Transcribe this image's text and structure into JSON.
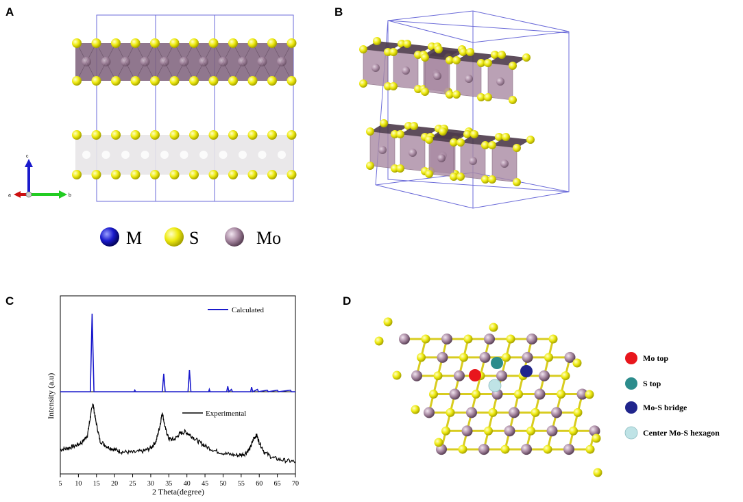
{
  "panels": {
    "a": {
      "letter": "A"
    },
    "b": {
      "letter": "B"
    },
    "c": {
      "letter": "C"
    },
    "d": {
      "letter": "D"
    }
  },
  "axes_triad": {
    "c": "c",
    "a": "a",
    "b": "b"
  },
  "legend_atoms": [
    {
      "label": "M",
      "color": "#1a1acc"
    },
    {
      "label": "S",
      "color": "#e6e600"
    },
    {
      "label": "Mo",
      "color": "#b08ca8"
    }
  ],
  "colors": {
    "sulfur": "#f0ec18",
    "molybdenum": "#a98aa3",
    "octa_mo": "#7d5f7a",
    "octa_empty": "#e8e6e8",
    "cell_edge": "#6a6ad8",
    "calc_line": "#1a1acc",
    "exp_line": "#000000"
  },
  "chart_data": {
    "type": "line",
    "xlabel": "2 Theta(degree)",
    "ylabel": "Intensity (a.u)",
    "xlim": [
      5,
      70
    ],
    "xticks": [
      5,
      10,
      15,
      20,
      25,
      30,
      35,
      40,
      45,
      50,
      55,
      60,
      65,
      70
    ],
    "series": [
      {
        "name": "Calculated",
        "color": "#1a1acc",
        "points": [
          [
            5,
            0
          ],
          [
            13.3,
            0
          ],
          [
            13.8,
            1.0
          ],
          [
            14.3,
            0
          ],
          [
            25.4,
            0
          ],
          [
            25.6,
            0.02
          ],
          [
            25.8,
            0
          ],
          [
            33.2,
            0
          ],
          [
            33.6,
            0.23
          ],
          [
            34.0,
            0
          ],
          [
            40.3,
            0
          ],
          [
            40.7,
            0.28
          ],
          [
            41.1,
            0
          ],
          [
            46.0,
            0
          ],
          [
            46.2,
            0.03
          ],
          [
            46.4,
            0
          ],
          [
            51.0,
            0
          ],
          [
            51.3,
            0.07
          ],
          [
            51.6,
            0
          ],
          [
            52.3,
            0.03
          ],
          [
            52.6,
            0
          ],
          [
            57.6,
            0
          ],
          [
            57.9,
            0.06
          ],
          [
            58.2,
            0
          ],
          [
            59.5,
            0.03
          ],
          [
            59.8,
            0
          ],
          [
            62.2,
            0.02
          ],
          [
            62.5,
            0
          ],
          [
            65.0,
            0.02
          ],
          [
            65.3,
            0
          ],
          [
            68.6,
            0.02
          ],
          [
            68.9,
            0
          ],
          [
            70,
            0
          ]
        ]
      },
      {
        "name": "Experimental",
        "color": "#000000",
        "points": [
          [
            5,
            0.3
          ],
          [
            7,
            0.32
          ],
          [
            9,
            0.35
          ],
          [
            11,
            0.4
          ],
          [
            12.5,
            0.5
          ],
          [
            13.3,
            0.75
          ],
          [
            14,
            0.95
          ],
          [
            14.8,
            0.7
          ],
          [
            16,
            0.42
          ],
          [
            18,
            0.34
          ],
          [
            20,
            0.3
          ],
          [
            22,
            0.27
          ],
          [
            25,
            0.26
          ],
          [
            28,
            0.28
          ],
          [
            30,
            0.32
          ],
          [
            31.5,
            0.42
          ],
          [
            32.5,
            0.62
          ],
          [
            33.2,
            0.82
          ],
          [
            34,
            0.6
          ],
          [
            35,
            0.45
          ],
          [
            36.5,
            0.44
          ],
          [
            38,
            0.52
          ],
          [
            39.5,
            0.55
          ],
          [
            41,
            0.5
          ],
          [
            43,
            0.42
          ],
          [
            45,
            0.35
          ],
          [
            48,
            0.28
          ],
          [
            51,
            0.24
          ],
          [
            54,
            0.22
          ],
          [
            56,
            0.24
          ],
          [
            57.5,
            0.32
          ],
          [
            58.5,
            0.46
          ],
          [
            59.3,
            0.5
          ],
          [
            60,
            0.4
          ],
          [
            61.5,
            0.26
          ],
          [
            64,
            0.18
          ],
          [
            67,
            0.15
          ],
          [
            70,
            0.13
          ]
        ]
      }
    ]
  },
  "adsorption_sites": [
    {
      "label": "Mo top",
      "color": "#e8161c"
    },
    {
      "label": "S top",
      "color": "#2c8c8c"
    },
    {
      "label": "Mo-S  bridge",
      "color": "#20258c"
    },
    {
      "label": "Center Mo-S hexagon",
      "color": "#bfe3e6"
    }
  ]
}
